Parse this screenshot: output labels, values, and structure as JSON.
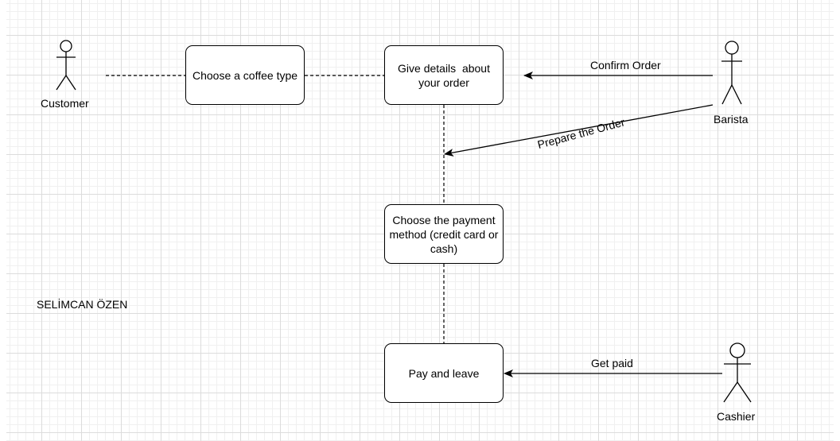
{
  "diagram": {
    "actors": {
      "customer": "Customer",
      "barista": "Barista",
      "cashier": "Cashier"
    },
    "processes": {
      "choose_coffee": "Choose a coffee type",
      "give_details": "Give details  about your order",
      "choose_payment": "Choose the payment method (credit card or cash)",
      "pay_leave": "Pay and leave"
    },
    "edges": {
      "confirm_order": "Confirm Order",
      "prepare_order": "Prepare the Order",
      "get_paid": "Get paid"
    },
    "author": "SELİMCAN ÖZEN"
  }
}
